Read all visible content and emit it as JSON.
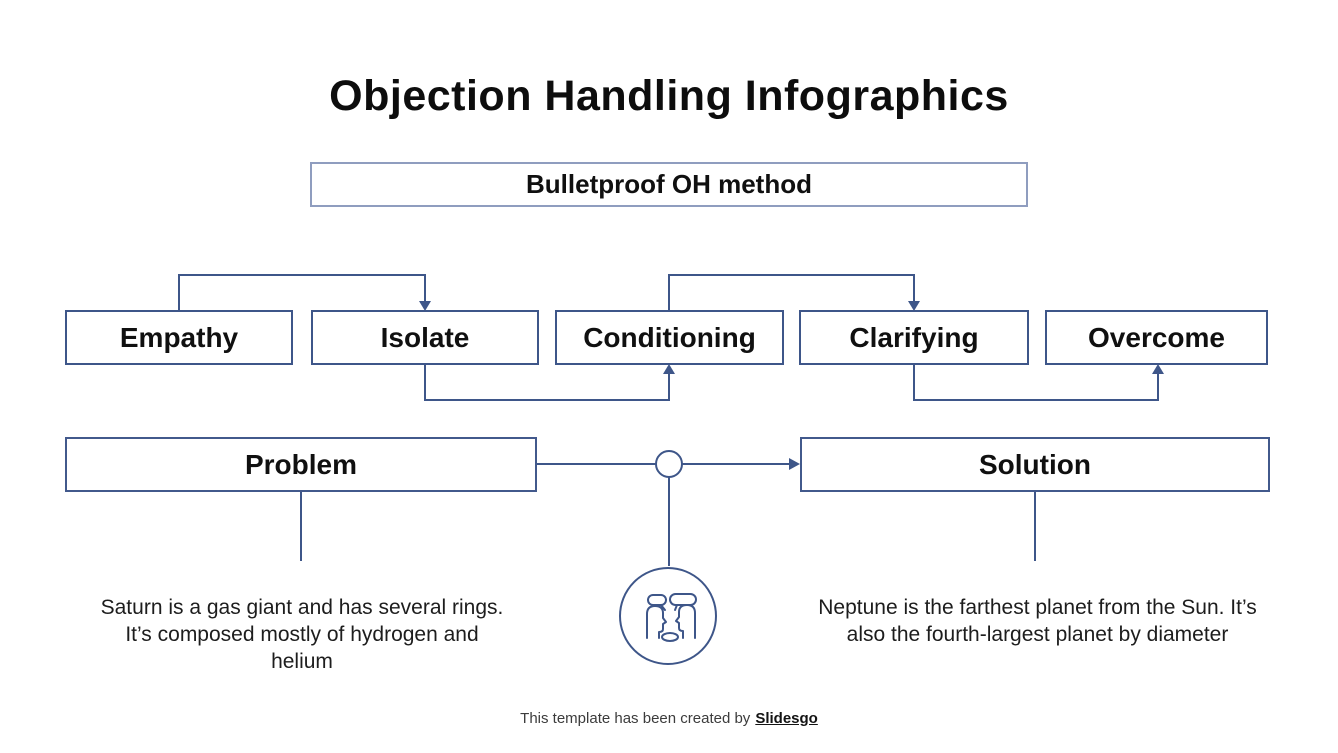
{
  "slide": {
    "title": "Objection Handling Infographics",
    "method_box": {
      "label": "Bulletproof OH method"
    },
    "stages": [
      "Empathy",
      "Isolate",
      "Conditioning",
      "Clarifying",
      "Overcome"
    ],
    "flow": {
      "top_arrows": [
        [
          "Empathy",
          "Isolate"
        ],
        [
          "Conditioning",
          "Clarifying"
        ]
      ],
      "bottom_arrows": [
        [
          "Isolate",
          "Conditioning"
        ],
        [
          "Clarifying",
          "Overcome"
        ]
      ],
      "main_arrow": [
        "Problem",
        "Solution"
      ]
    },
    "problem": {
      "label": "Problem",
      "description": "Saturn is a gas giant and has several rings. It’s composed mostly of hydrogen and helium"
    },
    "solution": {
      "label": "Solution",
      "description": "Neptune is the farthest planet from the Sun. It’s also the fourth-largest planet by diameter"
    },
    "center_icon": "conversation-icon",
    "footer": {
      "text": "This template has been created by",
      "brand": "Slidesgo"
    },
    "colors": {
      "accent": "#3e5689",
      "method_border": "#8f9dbf",
      "text": "#111111",
      "background": "#ffffff"
    }
  }
}
